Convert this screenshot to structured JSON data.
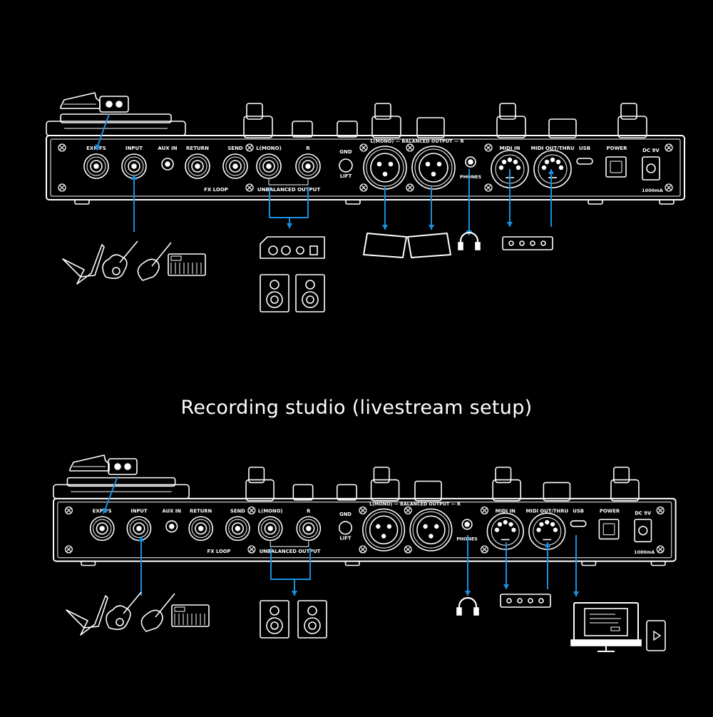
{
  "caption": "Recording studio (livestream setup)",
  "accent_color": "#1a8fe0",
  "line_color": "#ffffff",
  "background_color": "#000000",
  "panel": {
    "jack_labels": {
      "exp_fs": "EXP/FS",
      "input": "INPUT",
      "aux_in": "AUX IN",
      "return": "RETURN",
      "send": "SEND",
      "l_mono": "L(MONO)",
      "r": "R",
      "fx_loop": "FX LOOP",
      "unbalanced_output": "UNBALANCED OUTPUT",
      "gnd": "GND",
      "lift": "LIFT",
      "balanced_output": "L(MONO) — BALANCED OUTPUT — R",
      "phones": "PHONES",
      "midi_in": "MIDI IN",
      "midi_out_thru": "MIDI OUT/THRU",
      "usb": "USB",
      "power": "POWER",
      "dc_9v": "DC 9V",
      "current": "1000mA"
    }
  },
  "diagrams": [
    {
      "id": "stage-setup",
      "connections": [
        "exp_fs ← expression pedal / footswitch",
        "input ← guitars / keyboard",
        "unbalanced output → audio interface, monitor speakers",
        "balanced output → stage monitors",
        "phones → headphones",
        "midi in / midi out ↔ midi controller"
      ]
    },
    {
      "id": "recording-studio",
      "connections": [
        "exp_fs ← expression pedal / footswitch",
        "input ← guitars / keyboard",
        "unbalanced output → monitor speakers",
        "phones → headphones",
        "midi in / midi out ↔ midi controller",
        "usb → computer, tablet"
      ]
    }
  ]
}
